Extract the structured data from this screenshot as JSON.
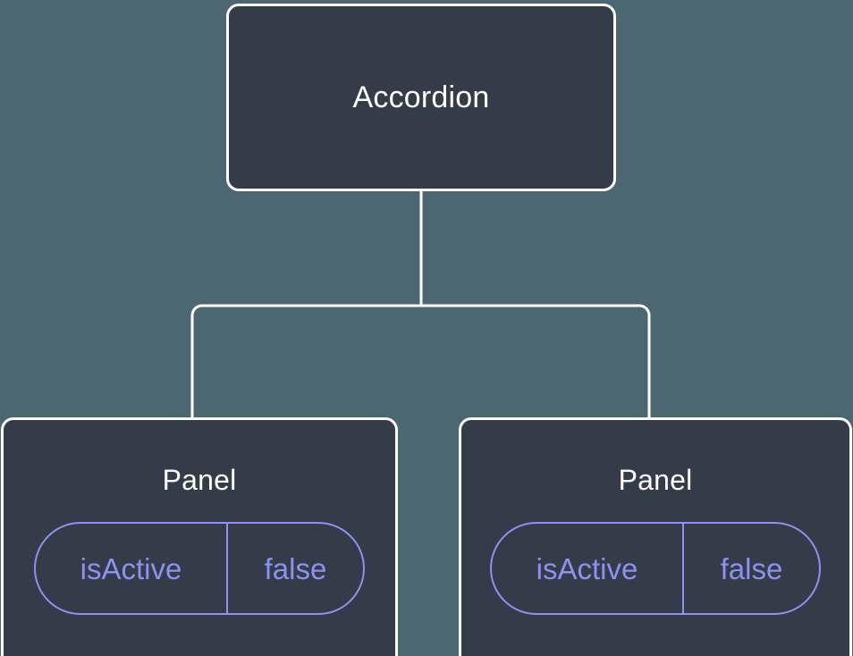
{
  "diagram": {
    "type": "component-tree",
    "background_color": "#4c6771",
    "node_fill_color": "#343b49",
    "node_border_color": "#ffffff",
    "connector_color": "#ffffff",
    "state_accent_color": "#8d91ef",
    "root": {
      "label": "Accordion"
    },
    "children": [
      {
        "label": "Panel",
        "state": {
          "key": "isActive",
          "value": "false"
        }
      },
      {
        "label": "Panel",
        "state": {
          "key": "isActive",
          "value": "false"
        }
      }
    ]
  }
}
